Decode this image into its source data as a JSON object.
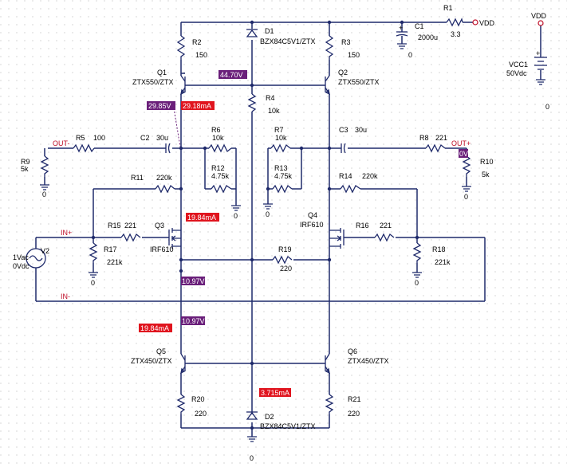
{
  "components": {
    "r1": {
      "name": "R1",
      "value": "3.3"
    },
    "r2": {
      "name": "R2",
      "value": "150"
    },
    "r3": {
      "name": "R3",
      "value": "150"
    },
    "r4": {
      "name": "R4",
      "value": "10k"
    },
    "r5": {
      "name": "R5",
      "value": "100"
    },
    "r6": {
      "name": "R6",
      "value": "10k"
    },
    "r7": {
      "name": "R7",
      "value": "10k"
    },
    "r8": {
      "name": "R8",
      "value": "221"
    },
    "r9": {
      "name": "R9",
      "value": "5k"
    },
    "r10": {
      "name": "R10",
      "value": "5k"
    },
    "r11": {
      "name": "R11",
      "value": "220k"
    },
    "r12": {
      "name": "R12",
      "value": "4.75k"
    },
    "r13": {
      "name": "R13",
      "value": "4.75k"
    },
    "r14": {
      "name": "R14",
      "value": "220k"
    },
    "r15": {
      "name": "R15",
      "value": "221"
    },
    "r16": {
      "name": "R16",
      "value": "221"
    },
    "r17": {
      "name": "R17",
      "value": "221k"
    },
    "r18": {
      "name": "R18",
      "value": "221k"
    },
    "r19": {
      "name": "R19",
      "value": "220"
    },
    "r20": {
      "name": "R20",
      "value": "220"
    },
    "r21": {
      "name": "R21",
      "value": "220"
    },
    "c1": {
      "name": "C1",
      "value": "2000u"
    },
    "c2": {
      "name": "C2",
      "value": "30u"
    },
    "c3": {
      "name": "C3",
      "value": "30u"
    },
    "d1": {
      "name": "D1",
      "value": "BZX84C5V1/ZTX"
    },
    "d2": {
      "name": "D2",
      "value": "BZX84C5V1/ZTX"
    },
    "q1": {
      "name": "Q1",
      "value": "ZTX550/ZTX"
    },
    "q2": {
      "name": "Q2",
      "value": "ZTX550/ZTX"
    },
    "q3": {
      "name": "Q3",
      "value": "IRF610"
    },
    "q4": {
      "name": "Q4",
      "value": "IRF610"
    },
    "q5": {
      "name": "Q5",
      "value": "ZTX450/ZTX"
    },
    "q6": {
      "name": "Q6",
      "value": "ZTX450/ZTX"
    },
    "v2": {
      "name": "V2",
      "value": "1Vac",
      "value2": "0Vdc"
    },
    "vcc1": {
      "name": "VCC1",
      "value": "50Vdc"
    }
  },
  "nets": {
    "vdd": "VDD",
    "vdd_src": "VDD",
    "out_minus": "OUT-",
    "out_plus": "OUT+",
    "in_plus": "IN+",
    "in_minus": "IN-"
  },
  "ground_label": "0",
  "badges": {
    "v_44_70": "44.70V",
    "v_29_85": "29.85V",
    "i_29_18": "29.18mA",
    "i_19_84_q3": "19.84mA",
    "v_10_97_a": "10.97V",
    "v_10_97_b": "10.97V",
    "i_19_84_q5": "19.84mA",
    "i_3_715": "3.715mA",
    "v_out_plus": "0V"
  },
  "colors": {
    "wire": "#1f2a6b",
    "voltage_badge": "#6a1f7a",
    "current_badge": "#e0141e",
    "net_label": "#c0102a"
  }
}
